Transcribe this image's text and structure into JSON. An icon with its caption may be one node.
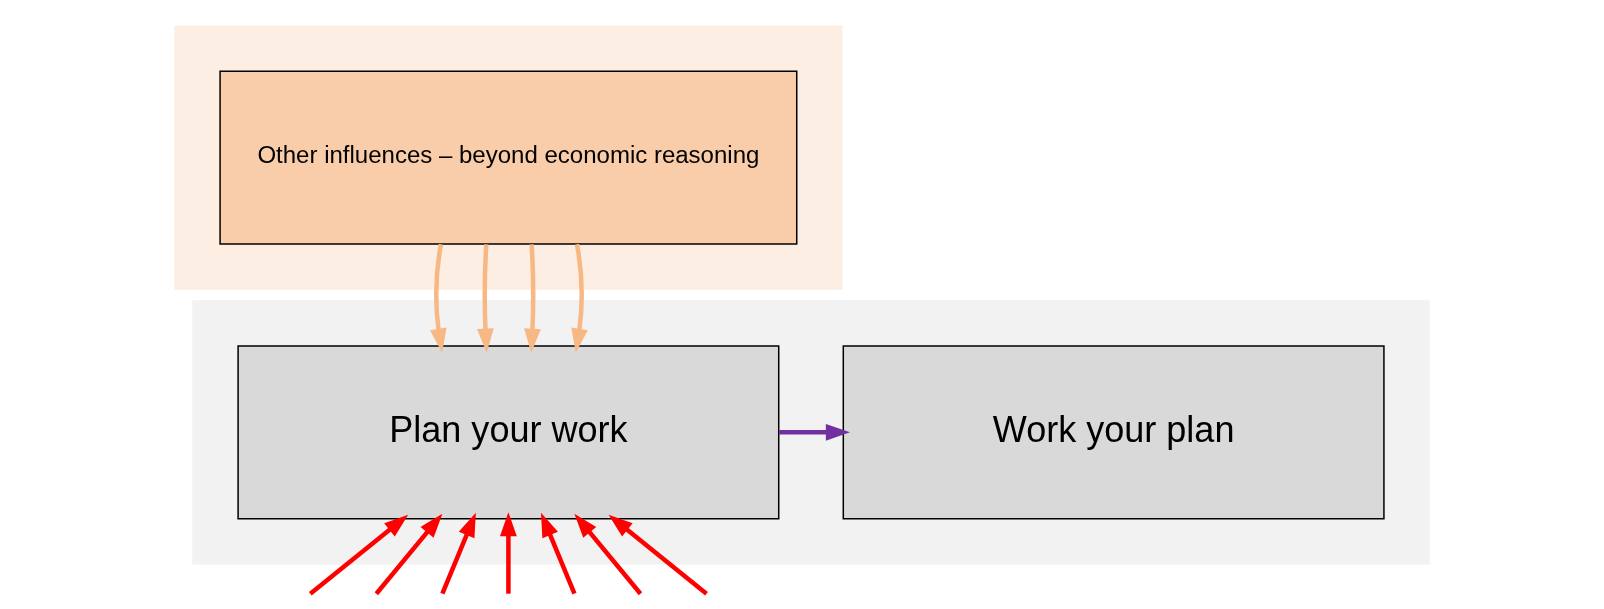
{
  "diagram": {
    "nodes": [
      {
        "text": [],
        "shape": "box"
      },
      {
        "text": [
          "Other influences – beyond economic reasoning"
        ],
        "in": 0
      },
      {
        "text": [],
        "shape": "box"
      },
      {
        "text": [
          "Plan your work"
        ],
        "in": 2
      },
      {
        "text": [
          "Work your plan"
        ],
        "in": 2
      }
    ],
    "edges": [
      {
        "from": 1,
        "to": 3,
        "arrow": "to",
        "color": "#f7b883"
      },
      {
        "from": 1,
        "to": 3,
        "arrow": "to",
        "color": "#f7b883"
      },
      {
        "from": 1,
        "to": 3,
        "arrow": "to",
        "color": "#f7b883"
      },
      {
        "from": 1,
        "to": 3,
        "arrow": "to",
        "color": "#f7b883"
      },
      {
        "from": 3,
        "to": 4,
        "arrow": "to",
        "color": "#7030a0"
      },
      {
        "from": null,
        "to": 3,
        "arrow": "to"
      },
      {
        "from": null,
        "to": 3,
        "arrow": "to"
      },
      {
        "from": null,
        "to": 3,
        "arrow": "to"
      },
      {
        "from": null,
        "to": 3,
        "arrow": "to"
      },
      {
        "from": null,
        "to": 3,
        "arrow": "to"
      },
      {
        "from": null,
        "to": 3,
        "arrow": "to"
      },
      {
        "from": null,
        "to": 3,
        "arrow": "to"
      }
    ]
  }
}
